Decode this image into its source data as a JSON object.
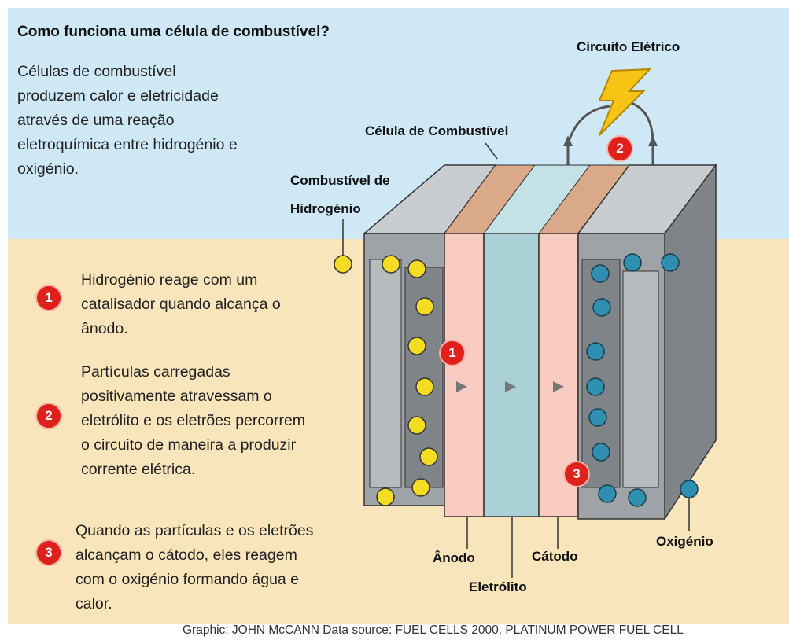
{
  "title": "Como funciona uma célula de combustível?",
  "intro": "Células de combustível produzem calor e eletricidade através de uma reação eletroquímica entre hidrogénio e oxigénio.",
  "steps": [
    {
      "number": "1",
      "text": "Hidrogénio reage com um catalisador quando alcança o ânodo."
    },
    {
      "number": "2",
      "text": "Partículas carregadas positivamente atravessam o eletrólito e os eletrões percorrem o circuito de maneira a produzir corrente elétrica."
    },
    {
      "number": "3",
      "text": "Quando as partículas e os eletrões alcançam o cátodo, eles reagem com o oxigénio formando água e calor."
    }
  ],
  "labels": {
    "circuit": "Circuito Elétrico",
    "fuel_cell": "Célula de Combustível",
    "hydrogen_fuel_line1": "Combustível de",
    "hydrogen_fuel_line2": "Hidrogénio",
    "anode": "Ânodo",
    "cathode": "Cátodo",
    "electrolyte": "Eletrólito",
    "oxygen": "Oxigénio"
  },
  "diagram_badges": [
    "1",
    "2",
    "3"
  ],
  "credit": "Graphic: JOHN McCANN  Data source: FUEL CELLS 2000, PLATINUM POWER FUEL CELL",
  "colors": {
    "sky": "#cfe8f6",
    "ground": "#f9e5bc",
    "badge": "#e0201b",
    "hydrogen": "#f3dc22",
    "oxygen": "#2f8fb0",
    "anode": "#f8ccc0",
    "electrolyte": "#a9d1d6",
    "plate": "#9ea3a7",
    "lightning": "#f7c315"
  },
  "icons": [
    "lightning-icon",
    "hydrogen-molecule-icon",
    "oxygen-molecule-icon",
    "flow-arrow-icon"
  ]
}
